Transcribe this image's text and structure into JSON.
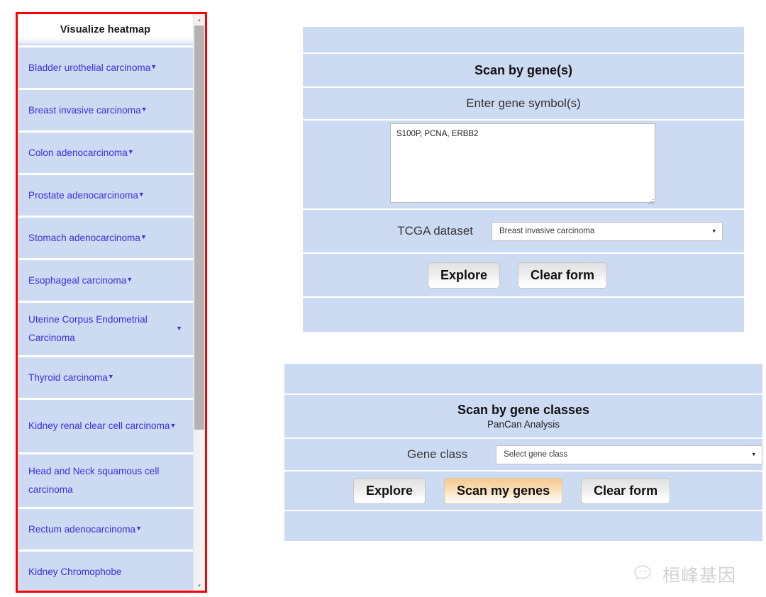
{
  "sidebar": {
    "header": "Visualize heatmap",
    "caret_glyph": "▼",
    "scroll_up_glyph": "▴",
    "scroll_down_glyph": "▾",
    "items": [
      {
        "label": "Bladder urothelial carcinoma",
        "caret": true,
        "lines": 1
      },
      {
        "label": "Breast invasive carcinoma ",
        "caret": true,
        "lines": 1
      },
      {
        "label": "Colon adenocarcinoma ",
        "caret": true,
        "lines": 1
      },
      {
        "label": "Prostate adenocarcinoma ",
        "caret": true,
        "lines": 1
      },
      {
        "label": "Stomach adenocarcinoma ",
        "caret": true,
        "lines": 1
      },
      {
        "label": "Esophageal carcinoma ",
        "caret": true,
        "lines": 1
      },
      {
        "label": "Uterine Corpus Endometrial Carcinoma ",
        "caret": true,
        "lines": 2
      },
      {
        "label": "Thyroid carcinoma ",
        "caret": true,
        "lines": 1
      },
      {
        "label": "Kidney renal clear cell carcinoma ",
        "caret": true,
        "lines": 2
      },
      {
        "label": "Head and Neck squamous cell carcinoma",
        "caret": false,
        "lines": 2
      },
      {
        "label": "Rectum adenocarcinoma ",
        "caret": true,
        "lines": 1
      },
      {
        "label": "Kidney Chromophobe",
        "caret": false,
        "lines": 1
      }
    ]
  },
  "gene_panel": {
    "title": "Scan by gene(s)",
    "subtitle": "Enter gene symbol(s)",
    "textarea_value": "S100P, PCNA, ERBB2",
    "textarea_placeholder": "",
    "dataset_label": "TCGA dataset",
    "dataset_selected": "Breast invasive carcinoma",
    "dataset_caret": "▾",
    "explore_label": "Explore",
    "clear_label": "Clear form"
  },
  "class_panel": {
    "title": "Scan by gene classes",
    "subtitle": "PanCan Analysis",
    "class_label": "Gene class",
    "class_selected": "Select gene class",
    "class_caret": "▾",
    "explore_label": "Explore",
    "scan_label": "Scan my genes",
    "clear_label": "Clear form"
  },
  "watermark": {
    "text": "桓峰基因"
  },
  "colors": {
    "panel_blue": "#ccdaf2",
    "link_blue": "#3a30e0",
    "highlight_red": "#ff0000",
    "accent_orange": "#f3c98d"
  }
}
